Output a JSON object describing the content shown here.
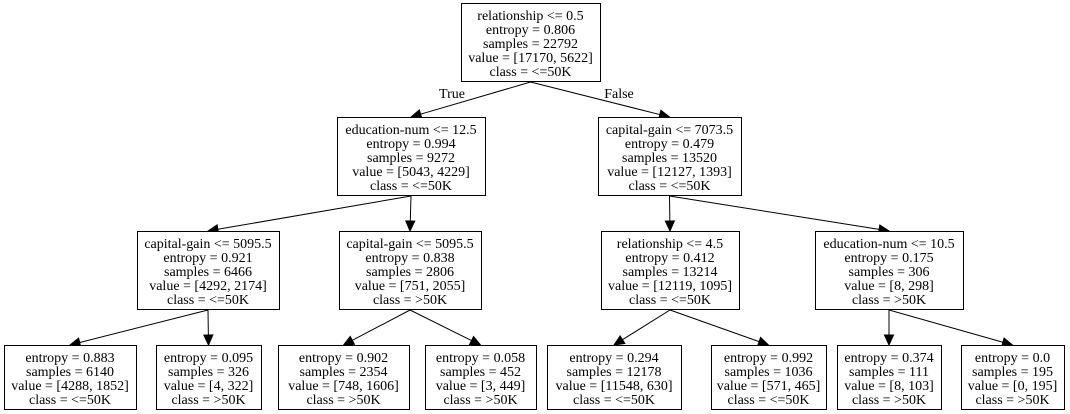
{
  "tree": {
    "nodes": [
      {
        "id": "n0",
        "lines": [
          "relationship <= 0.5",
          "entropy = 0.806",
          "samples = 22792",
          "value = [17170, 5622]",
          "class = <=50K"
        ]
      },
      {
        "id": "n1",
        "lines": [
          "education-num <= 12.5",
          "entropy = 0.994",
          "samples = 9272",
          "value = [5043, 4229]",
          "class = <=50K"
        ]
      },
      {
        "id": "n2",
        "lines": [
          "capital-gain <= 7073.5",
          "entropy = 0.479",
          "samples = 13520",
          "value = [12127, 1393]",
          "class = <=50K"
        ]
      },
      {
        "id": "n3",
        "lines": [
          "capital-gain <= 5095.5",
          "entropy = 0.921",
          "samples = 6466",
          "value = [4292, 2174]",
          "class = <=50K"
        ]
      },
      {
        "id": "n4",
        "lines": [
          "capital-gain <= 5095.5",
          "entropy = 0.838",
          "samples = 2806",
          "value = [751, 2055]",
          "class = >50K"
        ]
      },
      {
        "id": "n5",
        "lines": [
          "relationship <= 4.5",
          "entropy = 0.412",
          "samples = 13214",
          "value = [12119, 1095]",
          "class = <=50K"
        ]
      },
      {
        "id": "n6",
        "lines": [
          "education-num <= 10.5",
          "entropy = 0.175",
          "samples = 306",
          "value = [8, 298]",
          "class = >50K"
        ]
      },
      {
        "id": "n7",
        "lines": [
          "entropy = 0.883",
          "samples = 6140",
          "value = [4288, 1852]",
          "class = <=50K"
        ]
      },
      {
        "id": "n8",
        "lines": [
          "entropy = 0.095",
          "samples = 326",
          "value = [4, 322]",
          "class = >50K"
        ]
      },
      {
        "id": "n9",
        "lines": [
          "entropy = 0.902",
          "samples = 2354",
          "value = [748, 1606]",
          "class = >50K"
        ]
      },
      {
        "id": "n10",
        "lines": [
          "entropy = 0.058",
          "samples = 452",
          "value = [3, 449]",
          "class = >50K"
        ]
      },
      {
        "id": "n11",
        "lines": [
          "entropy = 0.294",
          "samples = 12178",
          "value = [11548, 630]",
          "class = <=50K"
        ]
      },
      {
        "id": "n12",
        "lines": [
          "entropy = 0.992",
          "samples = 1036",
          "value = [571, 465]",
          "class = <=50K"
        ]
      },
      {
        "id": "n13",
        "lines": [
          "entropy = 0.374",
          "samples = 111",
          "value = [8, 103]",
          "class = >50K"
        ]
      },
      {
        "id": "n14",
        "lines": [
          "entropy = 0.0",
          "samples = 195",
          "value = [0, 195]",
          "class = >50K"
        ]
      }
    ],
    "edges": [
      {
        "from": "n0",
        "to": "n1",
        "label": "True"
      },
      {
        "from": "n0",
        "to": "n2",
        "label": "False"
      },
      {
        "from": "n1",
        "to": "n3",
        "label": ""
      },
      {
        "from": "n1",
        "to": "n4",
        "label": ""
      },
      {
        "from": "n2",
        "to": "n5",
        "label": ""
      },
      {
        "from": "n2",
        "to": "n6",
        "label": ""
      },
      {
        "from": "n3",
        "to": "n7",
        "label": ""
      },
      {
        "from": "n3",
        "to": "n8",
        "label": ""
      },
      {
        "from": "n4",
        "to": "n9",
        "label": ""
      },
      {
        "from": "n4",
        "to": "n10",
        "label": ""
      },
      {
        "from": "n5",
        "to": "n11",
        "label": ""
      },
      {
        "from": "n5",
        "to": "n12",
        "label": ""
      },
      {
        "from": "n6",
        "to": "n13",
        "label": ""
      },
      {
        "from": "n6",
        "to": "n14",
        "label": ""
      }
    ]
  }
}
